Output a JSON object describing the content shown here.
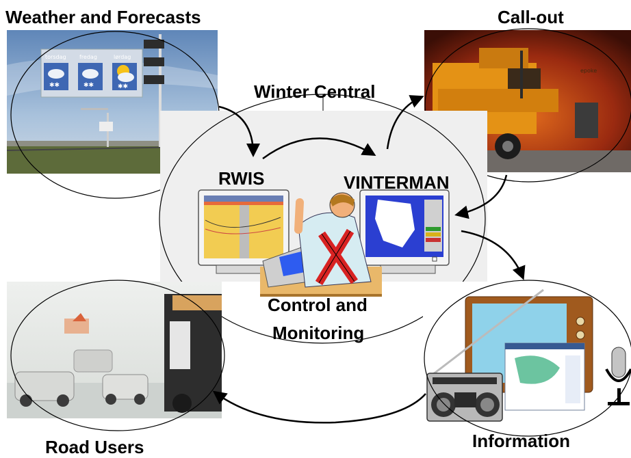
{
  "labels": {
    "weather": "Weather and Forecasts",
    "callout": "Call-out",
    "center": "Winter Central",
    "rwis": "RWIS",
    "vinterman": "VINTERMAN",
    "control_line1": "Control and",
    "control_line2": "Monitoring",
    "road_users": "Road Users",
    "information": "Information"
  },
  "forecast_days": [
    "torsdag",
    "fredag",
    "lørdag"
  ],
  "truck_brand": "epoke"
}
